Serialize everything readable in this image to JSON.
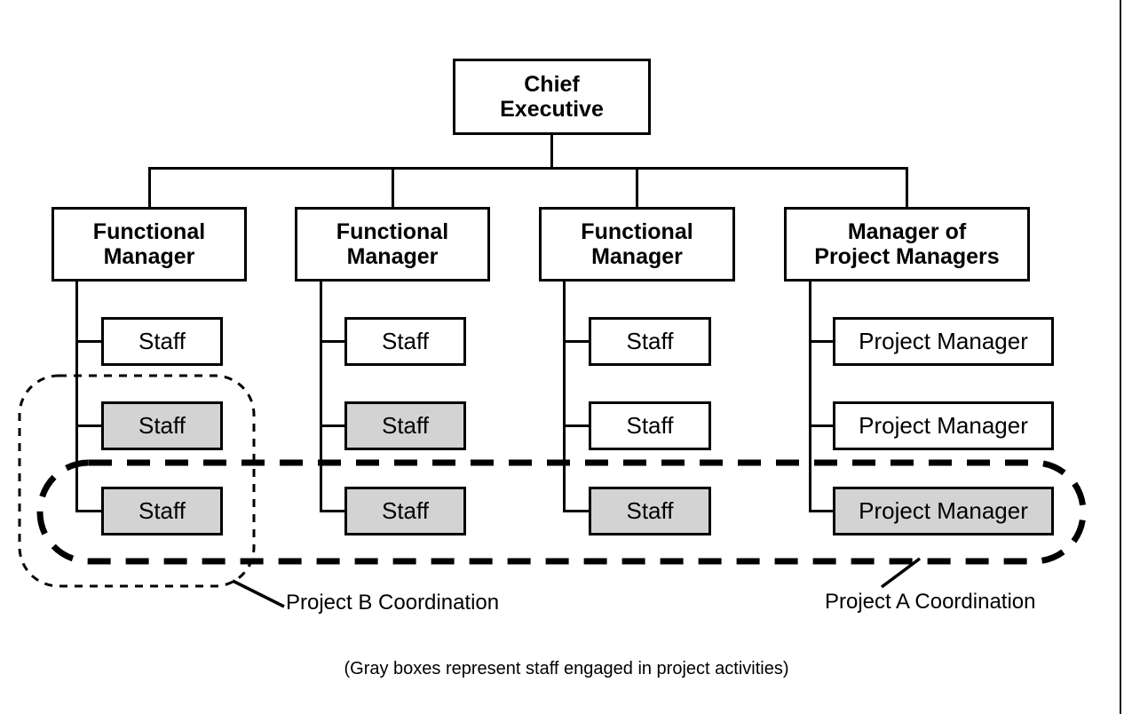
{
  "diagram": {
    "root": {
      "label": "Chief\nExecutive"
    },
    "columns": [
      {
        "manager": {
          "label": "Functional\nManager"
        },
        "subordinates": [
          {
            "label": "Staff",
            "gray": false
          },
          {
            "label": "Staff",
            "gray": true
          },
          {
            "label": "Staff",
            "gray": true
          }
        ]
      },
      {
        "manager": {
          "label": "Functional\nManager"
        },
        "subordinates": [
          {
            "label": "Staff",
            "gray": false
          },
          {
            "label": "Staff",
            "gray": true
          },
          {
            "label": "Staff",
            "gray": true
          }
        ]
      },
      {
        "manager": {
          "label": "Functional\nManager"
        },
        "subordinates": [
          {
            "label": "Staff",
            "gray": false
          },
          {
            "label": "Staff",
            "gray": false
          },
          {
            "label": "Staff",
            "gray": true
          }
        ]
      },
      {
        "manager": {
          "label": "Manager of\nProject Managers"
        },
        "subordinates": [
          {
            "label": "Project Manager",
            "gray": false
          },
          {
            "label": "Project Manager",
            "gray": false
          },
          {
            "label": "Project Manager",
            "gray": true
          }
        ]
      }
    ],
    "annotations": {
      "project_b_label": "Project B Coordination",
      "project_a_label": "Project A Coordination",
      "caption": "(Gray boxes represent staff engaged in project activities)"
    },
    "colors": {
      "engaged_fill": "#d3d3d3",
      "line": "#000000"
    }
  }
}
